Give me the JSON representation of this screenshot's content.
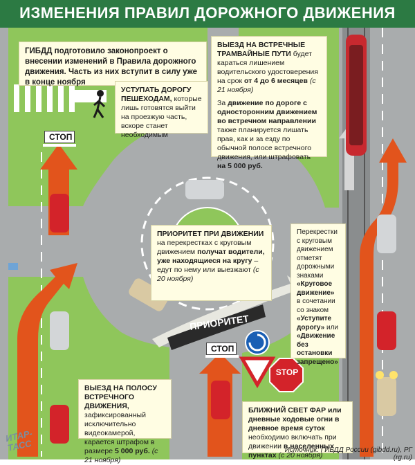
{
  "title": "ИЗМЕНЕНИЯ ПРАВИЛ ДОРОЖНОГО ДВИЖЕНИЯ",
  "intro": {
    "text": "ГИБДД подготовило законопроект о внесении изменений в Правила дорожного движения. Часть из них вступит в силу уже в конце ноября"
  },
  "pedestrians": {
    "heading": "УСТУПАТЬ ДОРОГУ ПЕШЕХОДАМ,",
    "body": "которые лишь готовятся выйти на проезжую часть, вскоре станет необходимым"
  },
  "tram": {
    "heading": "ВЫЕЗД НА ВСТРЕЧНЫЕ ТРАМВАЙНЫЕ ПУТИ",
    "body1": "будет караться лишением водительского удостоверения на срок",
    "term": "от 4 до 6 месяцев",
    "date1": "(с 21 ноября)",
    "lead2": "За",
    "bold2": "движение по дороге с односторонним движением во встречном направлении",
    "body2": "также планируется лишать прав, как и за езду по обычной полосе встречного движения, или штрафовать",
    "fine2": "на 5 000 руб."
  },
  "priority": {
    "heading": "ПРИОРИТЕТ ПРИ ДВИЖЕНИИ",
    "body1": "на перекрестках с круговым движением",
    "bold": "получат водители, уже находящиеся на кругу",
    "body2": "– едут по нему или выезжают",
    "date": "(с 20 ноября)"
  },
  "roundabout_signs": {
    "body1": "Перекрестки с круговым движением отметят дорожными знаками",
    "sign1": "«Круговое движение»",
    "body2": "в сочетании со знаком",
    "sign2": "«Уступите дорогу»",
    "body3": "или",
    "sign3": "«Движение без остановки запрещено»"
  },
  "oncoming": {
    "heading": "ВЫЕЗД НА ПОЛОСУ ВСТРЕЧНОГО ДВИЖЕНИЯ,",
    "body": "зафиксированный исключительно видеокамерой, карается штрафом в размере",
    "fine": "5 000 руб.",
    "date": "(с 21 ноября)"
  },
  "lights": {
    "heading": "БЛИЖНИЙ СВЕТ ФАР",
    "bold2": "или дневные ходовые огни в дневное время суток",
    "body": "необходимо включать при движении",
    "bold3": "в населенных пунктах",
    "date": "(с 20 ноября)"
  },
  "road_labels": {
    "stop_left": "СТОП",
    "stop_bottom": "СТОП",
    "priority": "ПРИОРИТЕТ",
    "stop_sign": "STOP"
  },
  "logo": "ИТАР-ТАСС",
  "source": "Источник: ГИБДД России (gibdd.ru), РГ (rg.ru)",
  "colors": {
    "title_bg": "#2c7a43",
    "grass": "#8fc65b",
    "road": "#a9acad",
    "car": "#d3232a",
    "arrow": "#e2541c",
    "note_bg": "#fffde3"
  }
}
